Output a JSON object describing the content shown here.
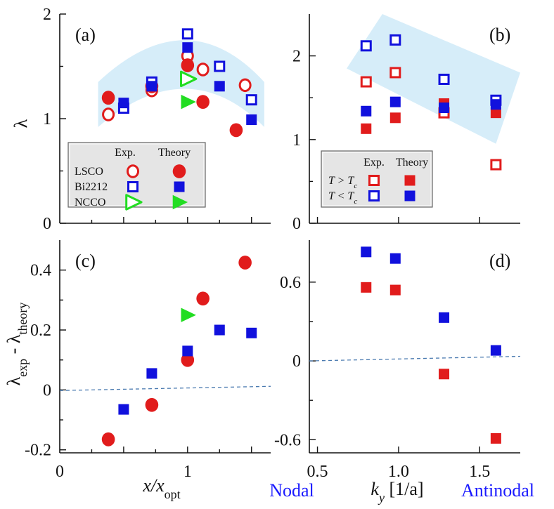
{
  "chart_data": [
    {
      "type": "scatter",
      "panel_label": "(a)",
      "ylabel": "λ",
      "xlim": [
        0,
        1.65
      ],
      "ylim": [
        0,
        2
      ],
      "y_ticks": [
        "0",
        "1",
        "2"
      ],
      "x_ticks": [],
      "legend": {
        "headers": [
          "Exp.",
          "Theory"
        ],
        "rows": [
          {
            "label": "LSCO",
            "color": "#e11c1c",
            "shape": "circle"
          },
          {
            "label": "Bi2212",
            "color": "#1111dd",
            "shape": "square"
          },
          {
            "label": "NCCO",
            "color": "#22dd22",
            "shape": "triangle"
          }
        ]
      },
      "series": [
        {
          "group": "LSCO",
          "kind": "exp",
          "shape": "circle",
          "color": "#e11c1c",
          "points": [
            [
              0.38,
              1.04
            ],
            [
              0.72,
              1.27
            ],
            [
              1.0,
              1.6
            ],
            [
              1.12,
              1.47
            ],
            [
              1.45,
              1.32
            ]
          ]
        },
        {
          "group": "LSCO",
          "kind": "theory",
          "shape": "circle",
          "color": "#e11c1c",
          "points": [
            [
              0.38,
              1.2
            ],
            [
              0.72,
              1.31
            ],
            [
              1.0,
              1.51
            ],
            [
              1.12,
              1.16
            ],
            [
              1.38,
              0.89
            ]
          ]
        },
        {
          "group": "Bi2212",
          "kind": "exp",
          "shape": "square",
          "color": "#1111dd",
          "points": [
            [
              0.5,
              1.1
            ],
            [
              0.72,
              1.35
            ],
            [
              1.0,
              1.81
            ],
            [
              1.25,
              1.5
            ],
            [
              1.5,
              1.18
            ]
          ]
        },
        {
          "group": "Bi2212",
          "kind": "theory",
          "shape": "square",
          "color": "#1111dd",
          "points": [
            [
              0.5,
              1.15
            ],
            [
              0.72,
              1.31
            ],
            [
              1.0,
              1.68
            ],
            [
              1.25,
              1.31
            ],
            [
              1.5,
              0.99
            ]
          ]
        },
        {
          "group": "NCCO",
          "kind": "exp",
          "shape": "triangle",
          "color": "#22dd22",
          "points": [
            [
              1.0,
              1.38
            ]
          ]
        },
        {
          "group": "NCCO",
          "kind": "theory",
          "shape": "triangle",
          "color": "#22dd22",
          "points": [
            [
              1.0,
              1.16
            ]
          ]
        }
      ]
    },
    {
      "type": "scatter",
      "panel_label": "(b)",
      "xlim": [
        0.45,
        1.75
      ],
      "ylim": [
        0,
        2.5
      ],
      "y_ticks": [
        "0",
        "1",
        "2"
      ],
      "x_ticks": [],
      "legend": {
        "headers": [
          "Exp.",
          "Theory"
        ],
        "rows": [
          {
            "label": "T > T",
            "sub": "c",
            "color": "#e11c1c"
          },
          {
            "label": "T < T",
            "sub": "c",
            "color": "#1111dd"
          }
        ]
      },
      "series": [
        {
          "kind": "exp",
          "state": "T>Tc",
          "shape": "square",
          "color": "#e11c1c",
          "points": [
            [
              0.8,
              1.69
            ],
            [
              0.98,
              1.8
            ],
            [
              1.28,
              1.32
            ],
            [
              1.6,
              0.7
            ]
          ]
        },
        {
          "kind": "theory",
          "state": "T>Tc",
          "shape": "square",
          "color": "#e11c1c",
          "points": [
            [
              0.8,
              1.13
            ],
            [
              0.98,
              1.26
            ],
            [
              1.28,
              1.43
            ],
            [
              1.6,
              1.32
            ]
          ]
        },
        {
          "kind": "exp",
          "state": "T<Tc",
          "shape": "square",
          "color": "#1111dd",
          "points": [
            [
              0.8,
              2.12
            ],
            [
              0.98,
              2.19
            ],
            [
              1.28,
              1.72
            ],
            [
              1.6,
              1.47
            ]
          ]
        },
        {
          "kind": "theory",
          "state": "T<Tc",
          "shape": "square",
          "color": "#1111dd",
          "points": [
            [
              0.8,
              1.34
            ],
            [
              0.98,
              1.45
            ],
            [
              1.28,
              1.38
            ],
            [
              1.6,
              1.42
            ]
          ]
        }
      ]
    },
    {
      "type": "scatter",
      "panel_label": "(c)",
      "ylabel_main": "λ",
      "ylabel_sub1": "exp",
      "ylabel_mid": " - λ",
      "ylabel_sub2": "theory",
      "xlabel_main": "x/x",
      "xlabel_sub": "opt",
      "xlim": [
        0,
        1.65
      ],
      "ylim": [
        -0.21,
        0.5
      ],
      "y_ticks": [
        "-0.2",
        "0",
        "0.2",
        "0.4"
      ],
      "x_ticks": [
        "0",
        "1"
      ],
      "dashed_line": [
        [
          0,
          -0.002
        ],
        [
          1.65,
          0.012
        ]
      ],
      "series": [
        {
          "group": "LSCO",
          "shape": "circle",
          "color": "#e11c1c",
          "points": [
            [
              0.38,
              -0.165
            ],
            [
              0.72,
              -0.05
            ],
            [
              1.0,
              0.1
            ],
            [
              1.12,
              0.305
            ],
            [
              1.45,
              0.425
            ]
          ]
        },
        {
          "group": "Bi2212",
          "shape": "square",
          "color": "#1111dd",
          "points": [
            [
              0.5,
              -0.065
            ],
            [
              0.72,
              0.055
            ],
            [
              1.0,
              0.13
            ],
            [
              1.25,
              0.2
            ],
            [
              1.5,
              0.19
            ]
          ]
        },
        {
          "group": "NCCO",
          "shape": "triangle",
          "color": "#22dd22",
          "points": [
            [
              1.0,
              0.25
            ]
          ]
        }
      ]
    },
    {
      "type": "scatter",
      "panel_label": "(d)",
      "xlabel_main": "k",
      "xlabel_sub": "y",
      "xlabel_unit": " [1/a]",
      "xlim": [
        0.45,
        1.75
      ],
      "ylim": [
        -0.7,
        0.92
      ],
      "y_ticks": [
        "-0.6",
        "0",
        "0.6"
      ],
      "x_ticks": [
        "0.5",
        "1.0",
        "1.5"
      ],
      "dashed_line": [
        [
          0.45,
          0.0
        ],
        [
          1.75,
          0.035
        ]
      ],
      "series": [
        {
          "state": "T>Tc",
          "shape": "square",
          "color": "#e11c1c",
          "points": [
            [
              0.8,
              0.56
            ],
            [
              0.98,
              0.54
            ],
            [
              1.28,
              -0.1
            ],
            [
              1.6,
              -0.59
            ]
          ]
        },
        {
          "state": "T<Tc",
          "shape": "square",
          "color": "#1111dd",
          "points": [
            [
              0.8,
              0.83
            ],
            [
              0.98,
              0.78
            ],
            [
              1.28,
              0.33
            ],
            [
              1.6,
              0.08
            ]
          ]
        }
      ]
    }
  ],
  "annotations": {
    "nodal": "Nodal",
    "antinodal": "Antinodal"
  }
}
